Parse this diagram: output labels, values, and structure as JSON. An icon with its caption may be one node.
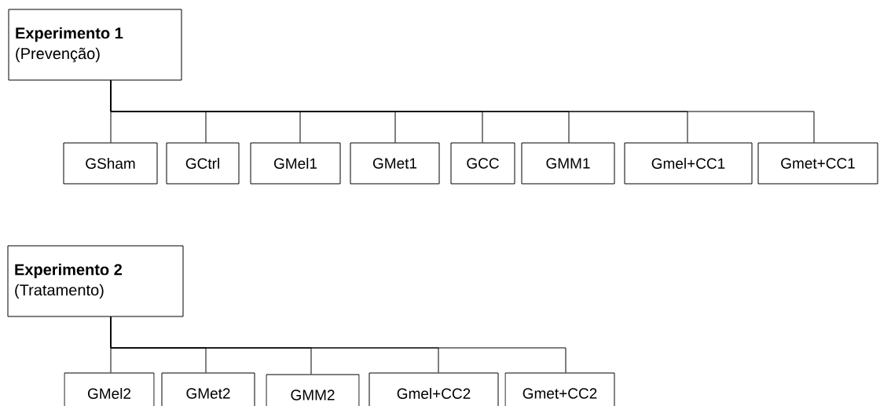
{
  "diagram": {
    "nodes": [
      {
        "text": [
          "Experimento 1",
          "(Prevenção)"
        ]
      },
      {
        "text": [
          "GSham"
        ]
      },
      {
        "text": [
          "GCtrl"
        ]
      },
      {
        "text": [
          "GMel1"
        ]
      },
      {
        "text": [
          "GMet1"
        ]
      },
      {
        "text": [
          "GCC"
        ]
      },
      {
        "text": [
          "GMM1"
        ]
      },
      {
        "text": [
          "Gmel+CC1"
        ]
      },
      {
        "text": [
          "Gmet+CC1"
        ]
      },
      {
        "text": [
          "Experimento 2",
          "(Tratamento)"
        ]
      },
      {
        "text": [
          "GMel2"
        ]
      },
      {
        "text": [
          "GMet2"
        ]
      },
      {
        "text": [
          "GMM2"
        ]
      },
      {
        "text": [
          "Gmel+CC2"
        ]
      },
      {
        "text": [
          "Gmet+CC2"
        ]
      }
    ],
    "edges": [
      {
        "from": 0,
        "to": 1,
        "arrow": "none"
      },
      {
        "from": 0,
        "to": 2,
        "arrow": "none"
      },
      {
        "from": 0,
        "to": 3,
        "arrow": "none"
      },
      {
        "from": 0,
        "to": 4,
        "arrow": "none"
      },
      {
        "from": 0,
        "to": 5,
        "arrow": "none"
      },
      {
        "from": 0,
        "to": 6,
        "arrow": "none"
      },
      {
        "from": 0,
        "to": 7,
        "arrow": "none"
      },
      {
        "from": 0,
        "to": 8,
        "arrow": "none"
      },
      {
        "from": 9,
        "to": 10,
        "arrow": "none"
      },
      {
        "from": 9,
        "to": 11,
        "arrow": "none"
      },
      {
        "from": 9,
        "to": 12,
        "arrow": "none"
      },
      {
        "from": 9,
        "to": 13,
        "arrow": "none"
      },
      {
        "from": 9,
        "to": 14,
        "arrow": "none"
      }
    ]
  }
}
